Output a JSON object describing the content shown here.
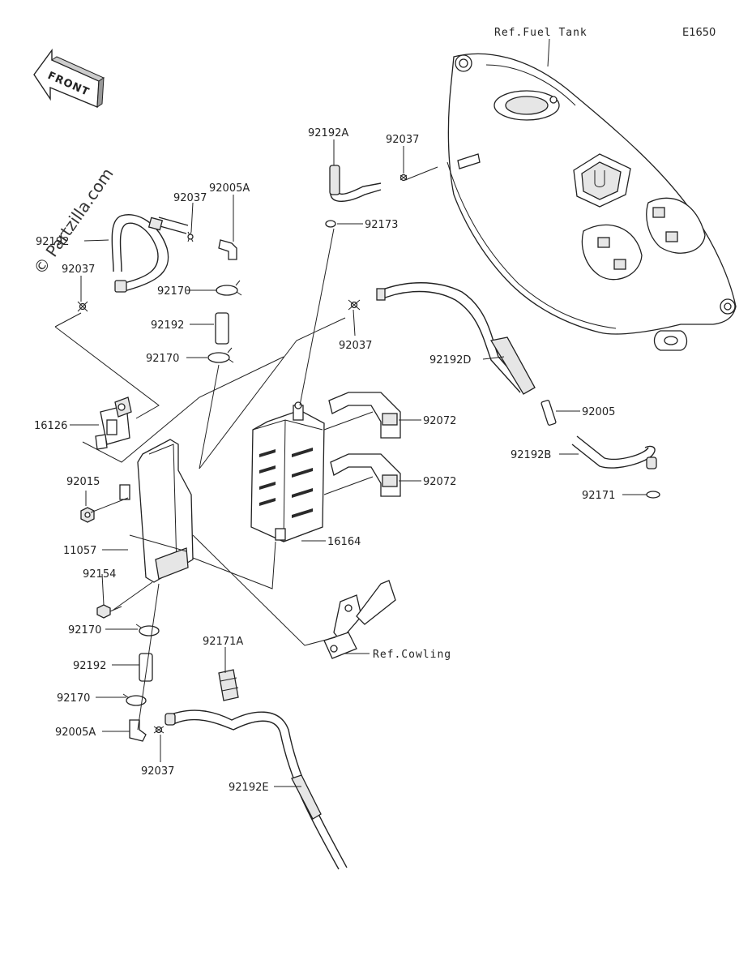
{
  "diagram_code": "E1650",
  "front_label": "FRONT",
  "watermark": "© Partzilla.com",
  "references": {
    "fuel_tank": "Ref.Fuel Tank",
    "cowling": "Ref.Cowling"
  },
  "parts": {
    "p92192A": "92192A",
    "p92037_top": "92037",
    "p92173": "92173",
    "p92037_a": "92037",
    "p92005A_top": "92005A",
    "p92192_hose_top": "92192",
    "p92037_left": "92037",
    "p92170_a": "92170",
    "p92192_mid": "92192",
    "p92170_b": "92170",
    "p92037_mid": "92037",
    "p92192D": "92192D",
    "p92005": "92005",
    "p92192B": "92192B",
    "p92171": "92171",
    "p16126": "16126",
    "p92072_a": "92072",
    "p92072_b": "92072",
    "p92015": "92015",
    "p11057": "11057",
    "p16164": "16164",
    "p92154": "92154",
    "p92170_c": "92170",
    "p92192_low": "92192",
    "p92171A": "92171A",
    "p92170_d": "92170",
    "p92005A_low": "92005A",
    "p92037_low": "92037",
    "p92192E": "92192E"
  }
}
